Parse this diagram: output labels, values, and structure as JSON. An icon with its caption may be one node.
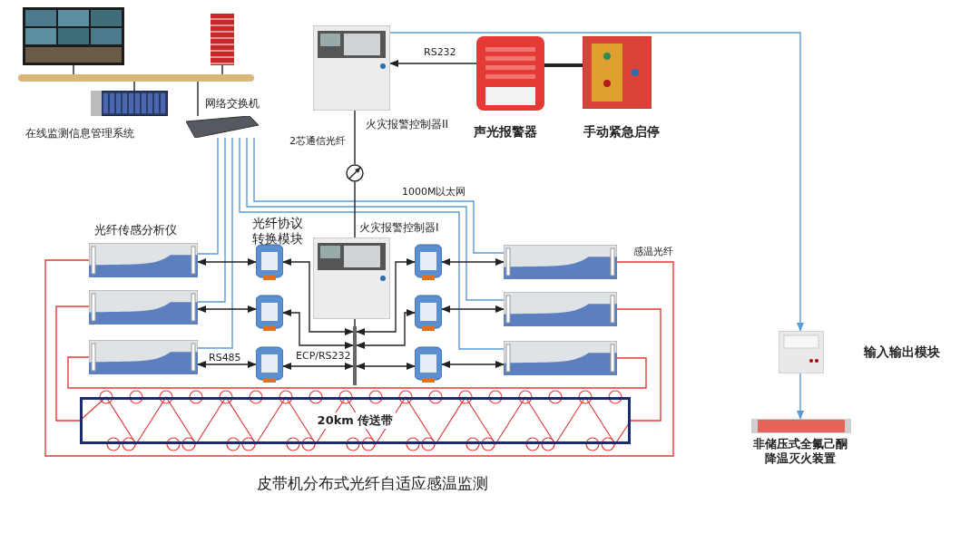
{
  "diagram": {
    "caption": "皮带机分布式光纤自适应感温监测",
    "nodes": [
      {
        "text": [],
        "shape": "picture"
      },
      {
        "text": [],
        "shape": "picture"
      },
      {
        "text": [],
        "shape": "bar"
      },
      {
        "text": [],
        "shape": "picture",
        "beside": [
          "在线监测信息管理系统"
        ]
      },
      {
        "text": [],
        "shape": "picture",
        "beside": [
          "网络交换机"
        ]
      },
      {
        "text": [],
        "shape": "picture",
        "beside": [
          "火灾报警控制器II"
        ]
      },
      {
        "text": [],
        "shape": "picture",
        "beside": [
          "声光报警器"
        ]
      },
      {
        "text": [],
        "shape": "picture",
        "beside": [
          "手动紧急启停"
        ]
      },
      {
        "text": [],
        "shape": "circle"
      },
      {
        "text": [],
        "shape": "picture",
        "beside": [
          "火灾报警控制器I"
        ]
      },
      {
        "text": [],
        "shape": "picture",
        "beside": [
          "光纤传感分析仪"
        ]
      },
      {
        "text": [],
        "shape": "picture"
      },
      {
        "text": [],
        "shape": "picture"
      },
      {
        "text": [],
        "shape": "picture",
        "beside": [
          "光纤协议转换模块"
        ]
      },
      {
        "text": [],
        "shape": "picture"
      },
      {
        "text": [],
        "shape": "picture"
      },
      {
        "text": [],
        "shape": "picture"
      },
      {
        "text": [],
        "shape": "picture"
      },
      {
        "text": [],
        "shape": "picture"
      },
      {
        "text": [],
        "shape": "picture"
      },
      {
        "text": [],
        "shape": "picture"
      },
      {
        "text": [],
        "shape": "picture"
      },
      {
        "text": [
          "20km 传送带"
        ]
      },
      {
        "text": [],
        "shape": "picture",
        "beside": [
          "输入输出模块"
        ]
      },
      {
        "text": [],
        "shape": "picture",
        "beside": [
          "非储压式全氟己酮降温灭火装置"
        ]
      },
      {
        "text": [],
        "shape": "bar"
      }
    ],
    "edges": [
      {
        "from": 0,
        "to": 2,
        "arrow": "none"
      },
      {
        "from": 1,
        "to": 2,
        "arrow": "none"
      },
      {
        "from": 3,
        "to": 2,
        "arrow": "none"
      },
      {
        "from": 4,
        "to": 2,
        "arrow": "none"
      },
      {
        "from": 4,
        "to": 10,
        "arrow": "none",
        "color": "#5b9bd5"
      },
      {
        "from": 4,
        "to": 11,
        "arrow": "none",
        "color": "#5b9bd5"
      },
      {
        "from": 4,
        "to": 12,
        "arrow": "none",
        "color": "#5b9bd5"
      },
      {
        "from": 4,
        "to": 19,
        "arrow": "none",
        "color": "#5b9bd5",
        "label": "1000M以太网"
      },
      {
        "from": 4,
        "to": 20,
        "arrow": "none",
        "color": "#5b9bd5"
      },
      {
        "from": 4,
        "to": 21,
        "arrow": "none",
        "color": "#5b9bd5"
      },
      {
        "from": 6,
        "to": 5,
        "arrow": "to",
        "label": "RS232"
      },
      {
        "from": 7,
        "to": 6,
        "arrow": "none",
        "style": "thick"
      },
      {
        "from": 5,
        "to": 8,
        "arrow": "none",
        "label": "2芯通信光纤"
      },
      {
        "from": 8,
        "to": 9,
        "arrow": "none"
      },
      {
        "from": 5,
        "to": 23,
        "arrow": "to",
        "color": "#5b9bd5"
      },
      {
        "from": 23,
        "to": 24,
        "arrow": "to",
        "color": "#5b9bd5"
      },
      {
        "from": 10,
        "to": 13,
        "arrow": "both"
      },
      {
        "from": 11,
        "to": 14,
        "arrow": "both"
      },
      {
        "from": 12,
        "to": 15,
        "arrow": "both",
        "label": "RS485"
      },
      {
        "from": 13,
        "to": 25,
        "arrow": "both"
      },
      {
        "from": 14,
        "to": 25,
        "arrow": "both"
      },
      {
        "from": 15,
        "to": 25,
        "arrow": "both",
        "label": "ECP/RS232"
      },
      {
        "from": 25,
        "to": 16,
        "arrow": "both"
      },
      {
        "from": 25,
        "to": 17,
        "arrow": "both"
      },
      {
        "from": 25,
        "to": 18,
        "arrow": "both"
      },
      {
        "from": 16,
        "to": 19,
        "arrow": "both"
      },
      {
        "from": 17,
        "to": 20,
        "arrow": "both"
      },
      {
        "from": 18,
        "to": 21,
        "arrow": "both"
      },
      {
        "from": 10,
        "to": 19,
        "arrow": "none",
        "color": "#e53935",
        "label": "感温光纤"
      },
      {
        "from": 11,
        "to": 22,
        "arrow": "none",
        "color": "#e53935"
      },
      {
        "from": 12,
        "to": 21,
        "arrow": "none",
        "color": "#e53935"
      },
      {
        "from": 20,
        "to": 22,
        "arrow": "none",
        "color": "#e53935"
      },
      {
        "from": 9,
        "to": 25,
        "arrow": "none"
      }
    ]
  }
}
